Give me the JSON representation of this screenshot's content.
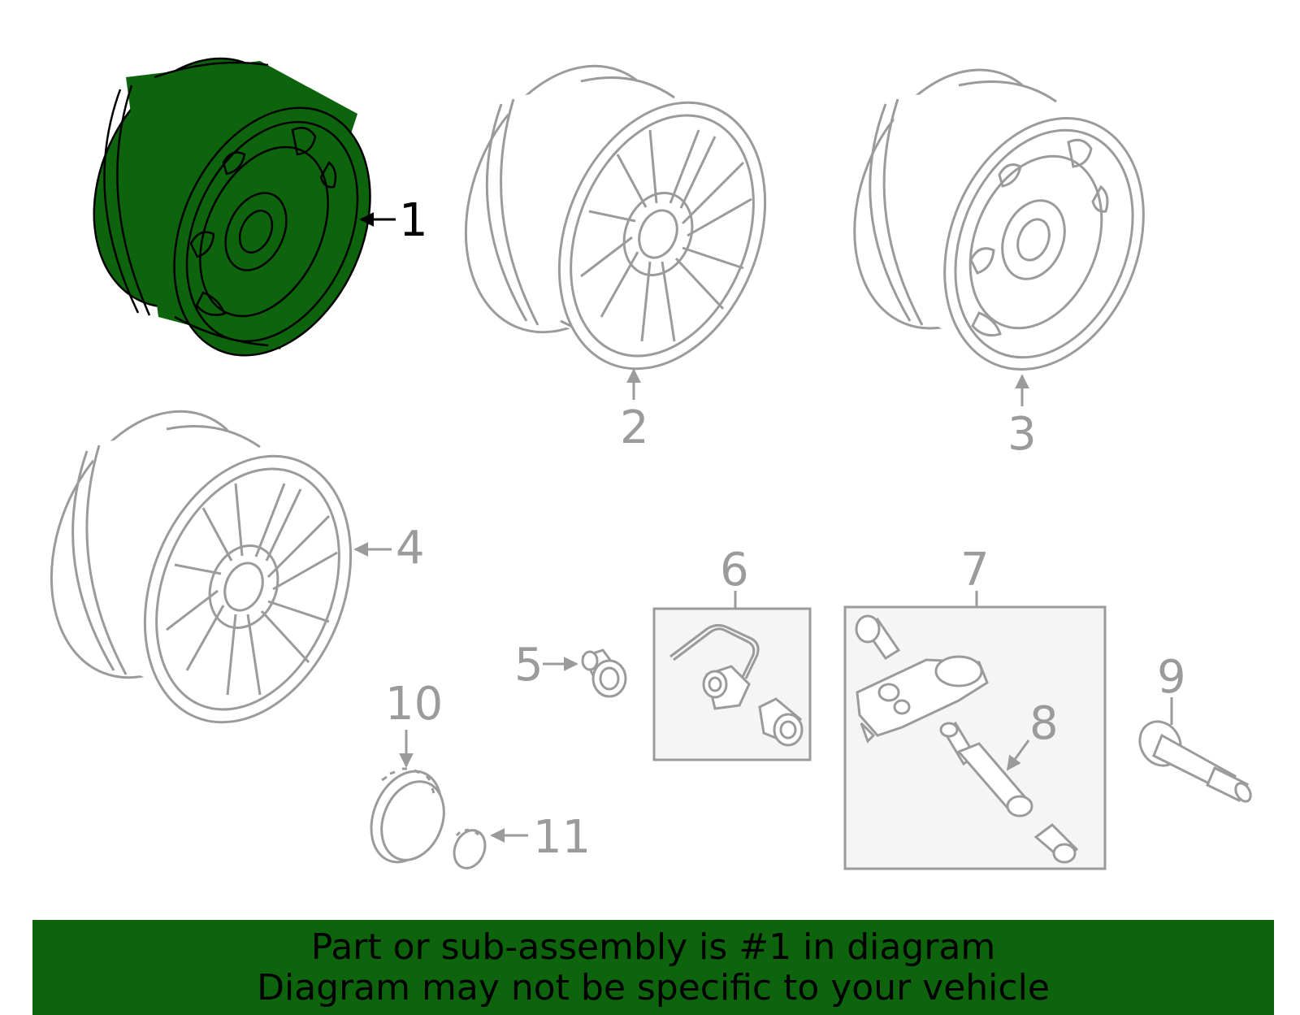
{
  "callouts": {
    "c1": "1",
    "c2": "2",
    "c3": "3",
    "c4": "4",
    "c5": "5",
    "c6": "6",
    "c7": "7",
    "c8": "8",
    "c9": "9",
    "c10": "10",
    "c11": "11"
  },
  "highlighted_part": "1",
  "colors": {
    "highlight": "#0d640d",
    "outline": "#9b9b9b",
    "highlight_outline": "#000000",
    "box_fill": "#f5f5f5"
  },
  "banner": {
    "line1": "Part or sub-assembly is #1 in diagram",
    "line2": "Diagram may not be specific to your vehicle"
  }
}
